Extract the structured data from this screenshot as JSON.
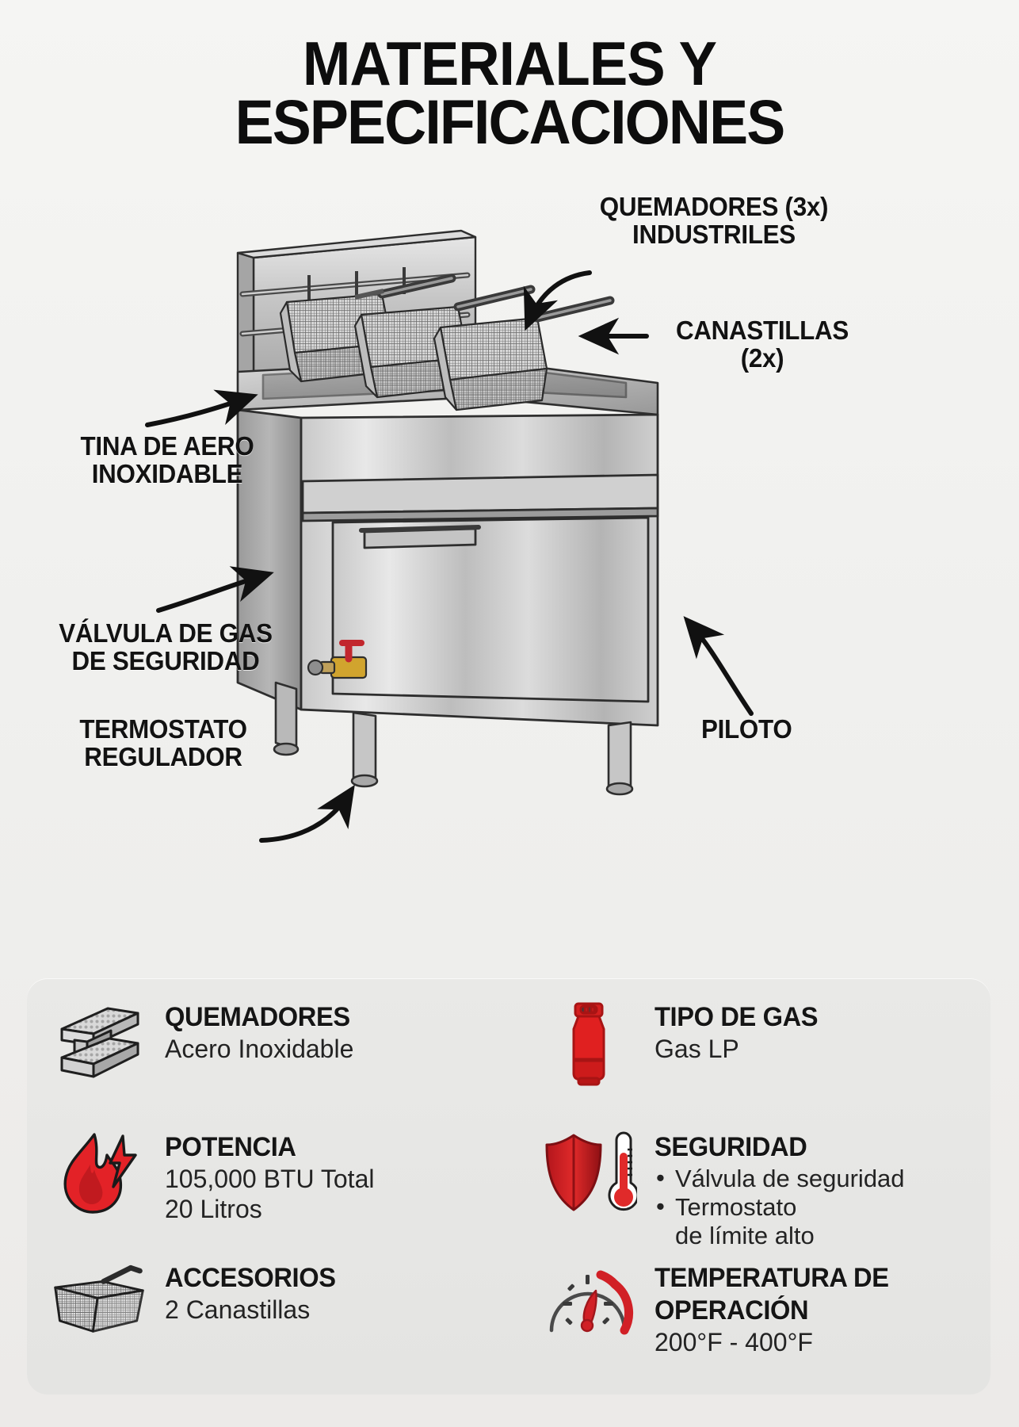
{
  "page": {
    "title_line1": "MATERIALES Y",
    "title_line2": "ESPECIFICACIONES",
    "background_color": "#f2f2f0",
    "accent_color": "#d8232a"
  },
  "product_image": {
    "alt_name": "commercial-gas-deep-fryer",
    "description": "Freidora de gas de acero inoxidable con dos canastillas"
  },
  "callouts": [
    {
      "id": "quemadores",
      "line1": "QUEMADORES (3x)",
      "line2": "INDUSTRILES",
      "arrow": "curved-down-left"
    },
    {
      "id": "canastillas",
      "line1": "CANASTILLAS",
      "line2": "(2x)",
      "arrow": "straight-left"
    },
    {
      "id": "tina",
      "line1": "TINA DE AERO",
      "line2": "INOXIDABLE",
      "arrow": "curved-up-right"
    },
    {
      "id": "valvula",
      "line1": "VÁLVULA DE GAS",
      "line2": "DE SEGURIDAD",
      "arrow": "curved-up-right"
    },
    {
      "id": "termostato",
      "line1": "TERMOSTATO",
      "line2": "REGULADOR",
      "arrow": "curved-down-right"
    },
    {
      "id": "piloto",
      "line1": "PILOTO",
      "line2": "",
      "arrow": "curved-up-left"
    }
  ],
  "specs": [
    {
      "id": "quemadores",
      "icon": "burner-beam-icon",
      "icon_color": "#9d9d9d",
      "title": "QUEMADORES",
      "lines": [
        "Acero Inoxidable"
      ]
    },
    {
      "id": "tipo-de-gas",
      "icon": "gas-cylinder-icon",
      "icon_color": "#e02020",
      "title": "TIPO DE GAS",
      "lines": [
        "Gas LP"
      ]
    },
    {
      "id": "potencia",
      "icon": "flame-bolt-icon",
      "icon_color": "#e32227",
      "title": "POTENCIA",
      "lines": [
        "105,000 BTU Total",
        "20 Litros"
      ]
    },
    {
      "id": "seguridad",
      "icon": "shield-thermometer-icon",
      "icon_color": "#c21f26",
      "title": "SEGURIDAD",
      "bullets": [
        "Válvula de seguridad",
        "Termostato"
      ],
      "bullet_sub": "de límite alto"
    },
    {
      "id": "accesorios",
      "icon": "fry-basket-icon",
      "icon_color": "#5a5a5a",
      "title": "ACCESORIOS",
      "lines": [
        "2 Canastillas"
      ]
    },
    {
      "id": "temperatura",
      "icon": "gauge-icon",
      "icon_color": "#d12026",
      "title": "TEMPERATURA DE",
      "title2": "OPERACIÓN",
      "lines": [
        "200°F - 400°F"
      ]
    }
  ]
}
